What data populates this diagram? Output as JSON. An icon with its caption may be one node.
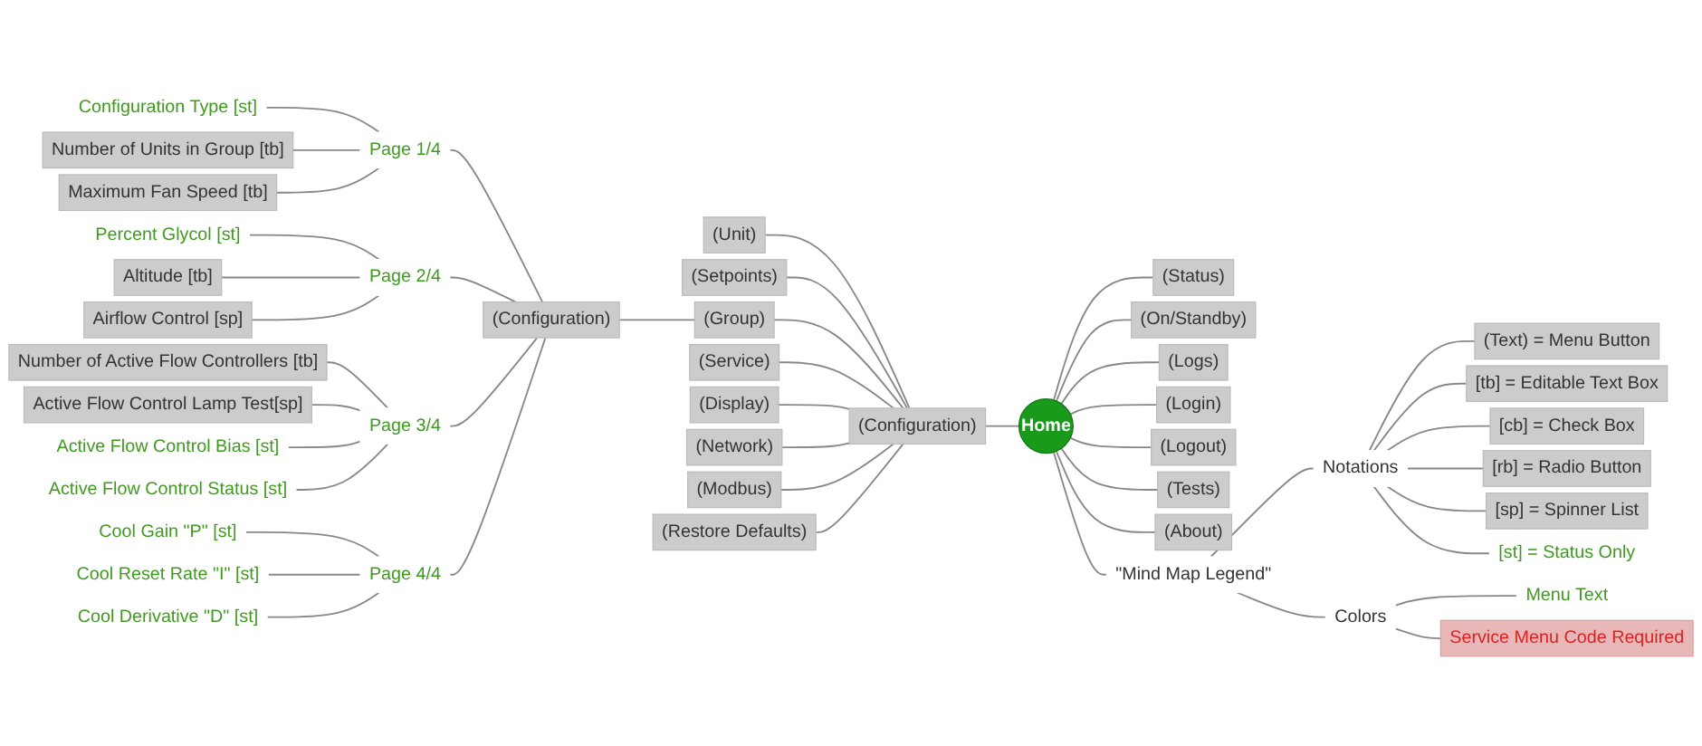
{
  "diagram": {
    "nodes": [
      {
        "text": [
          "Home"
        ]
      },
      {
        "text": [
          "(Configuration)"
        ]
      },
      {
        "text": [
          "(Unit)"
        ]
      },
      {
        "text": [
          "(Setpoints)"
        ]
      },
      {
        "text": [
          "(Group)"
        ]
      },
      {
        "text": [
          "(Configuration)"
        ]
      },
      {
        "text": [
          "Page 1/4"
        ]
      },
      {
        "text": [
          "Configuration Type [st]"
        ]
      },
      {
        "text": [
          "Number of Units in Group [tb]"
        ]
      },
      {
        "text": [
          "Maximum Fan Speed [tb]"
        ]
      },
      {
        "text": [
          "Page 2/4"
        ]
      },
      {
        "text": [
          "Percent Glycol [st]"
        ]
      },
      {
        "text": [
          "Altitude [tb]"
        ]
      },
      {
        "text": [
          "Airflow Control [sp]"
        ]
      },
      {
        "text": [
          "Page 3/4"
        ]
      },
      {
        "text": [
          "Number of Active Flow Controllers [tb]"
        ]
      },
      {
        "text": [
          "Active Flow Control Lamp Test[sp]"
        ]
      },
      {
        "text": [
          "Active Flow Control Bias [st]"
        ]
      },
      {
        "text": [
          "Active Flow Control Status [st]"
        ]
      },
      {
        "text": [
          "Page 4/4"
        ]
      },
      {
        "text": [
          "Cool Gain \"P\" [st]"
        ]
      },
      {
        "text": [
          "Cool Reset Rate \"I\" [st]"
        ]
      },
      {
        "text": [
          "Cool Derivative \"D\" [st]"
        ]
      },
      {
        "text": [
          "(Service)"
        ]
      },
      {
        "text": [
          "(Display)"
        ]
      },
      {
        "text": [
          "(Network)"
        ]
      },
      {
        "text": [
          "(Modbus)"
        ]
      },
      {
        "text": [
          "(Restore Defaults)"
        ]
      },
      {
        "text": [
          "(Status)"
        ]
      },
      {
        "text": [
          "(On/Standby)"
        ]
      },
      {
        "text": [
          "(Logs)"
        ]
      },
      {
        "text": [
          "(Login)"
        ]
      },
      {
        "text": [
          "(Logout)"
        ]
      },
      {
        "text": [
          "(Tests)"
        ]
      },
      {
        "text": [
          "(About)"
        ]
      },
      {
        "text": [
          "\"Mind Map Legend\""
        ]
      },
      {
        "text": [
          "Notations"
        ]
      },
      {
        "text": [
          "(Text) = Menu Button"
        ]
      },
      {
        "text": [
          "[tb] = Editable Text Box"
        ]
      },
      {
        "text": [
          "[cb] = Check Box"
        ]
      },
      {
        "text": [
          "[rb] = Radio Button"
        ]
      },
      {
        "text": [
          "[sp] = Spinner List"
        ]
      },
      {
        "text": [
          "[st] = Status Only"
        ]
      },
      {
        "text": [
          "Colors"
        ]
      },
      {
        "text": [
          "Menu Text"
        ]
      },
      {
        "text": [
          "Service Menu Code Required"
        ]
      }
    ],
    "edges": [
      {
        "from": 0,
        "to": 1,
        "arrow": "none"
      },
      {
        "from": 1,
        "to": 2,
        "arrow": "none"
      },
      {
        "from": 1,
        "to": 3,
        "arrow": "none"
      },
      {
        "from": 1,
        "to": 4,
        "arrow": "none"
      },
      {
        "from": 4,
        "to": 5,
        "arrow": "none"
      },
      {
        "from": 5,
        "to": 6,
        "arrow": "none"
      },
      {
        "from": 6,
        "to": 7,
        "arrow": "none"
      },
      {
        "from": 6,
        "to": 8,
        "arrow": "none"
      },
      {
        "from": 6,
        "to": 9,
        "arrow": "none"
      },
      {
        "from": 5,
        "to": 10,
        "arrow": "none"
      },
      {
        "from": 10,
        "to": 11,
        "arrow": "none"
      },
      {
        "from": 10,
        "to": 12,
        "arrow": "none"
      },
      {
        "from": 10,
        "to": 13,
        "arrow": "none"
      },
      {
        "from": 5,
        "to": 14,
        "arrow": "none"
      },
      {
        "from": 14,
        "to": 15,
        "arrow": "none"
      },
      {
        "from": 14,
        "to": 16,
        "arrow": "none"
      },
      {
        "from": 14,
        "to": 17,
        "arrow": "none"
      },
      {
        "from": 14,
        "to": 18,
        "arrow": "none"
      },
      {
        "from": 5,
        "to": 19,
        "arrow": "none"
      },
      {
        "from": 19,
        "to": 20,
        "arrow": "none"
      },
      {
        "from": 19,
        "to": 21,
        "arrow": "none"
      },
      {
        "from": 19,
        "to": 22,
        "arrow": "none"
      },
      {
        "from": 1,
        "to": 23,
        "arrow": "none"
      },
      {
        "from": 1,
        "to": 24,
        "arrow": "none"
      },
      {
        "from": 1,
        "to": 25,
        "arrow": "none"
      },
      {
        "from": 1,
        "to": 26,
        "arrow": "none"
      },
      {
        "from": 1,
        "to": 27,
        "arrow": "none"
      },
      {
        "from": 0,
        "to": 28,
        "arrow": "none"
      },
      {
        "from": 0,
        "to": 29,
        "arrow": "none"
      },
      {
        "from": 0,
        "to": 30,
        "arrow": "none"
      },
      {
        "from": 0,
        "to": 31,
        "arrow": "none"
      },
      {
        "from": 0,
        "to": 32,
        "arrow": "none"
      },
      {
        "from": 0,
        "to": 33,
        "arrow": "none"
      },
      {
        "from": 0,
        "to": 34,
        "arrow": "none"
      },
      {
        "from": 0,
        "to": 35,
        "arrow": "none"
      },
      {
        "from": 35,
        "to": 36,
        "arrow": "none"
      },
      {
        "from": 36,
        "to": 37,
        "arrow": "none"
      },
      {
        "from": 36,
        "to": 38,
        "arrow": "none"
      },
      {
        "from": 36,
        "to": 39,
        "arrow": "none"
      },
      {
        "from": 36,
        "to": 40,
        "arrow": "none"
      },
      {
        "from": 36,
        "to": 41,
        "arrow": "none"
      },
      {
        "from": 36,
        "to": 42,
        "arrow": "none"
      },
      {
        "from": 35,
        "to": 43,
        "arrow": "none"
      },
      {
        "from": 43,
        "to": 44,
        "arrow": "none"
      },
      {
        "from": 43,
        "to": 45,
        "arrow": "none"
      }
    ]
  }
}
